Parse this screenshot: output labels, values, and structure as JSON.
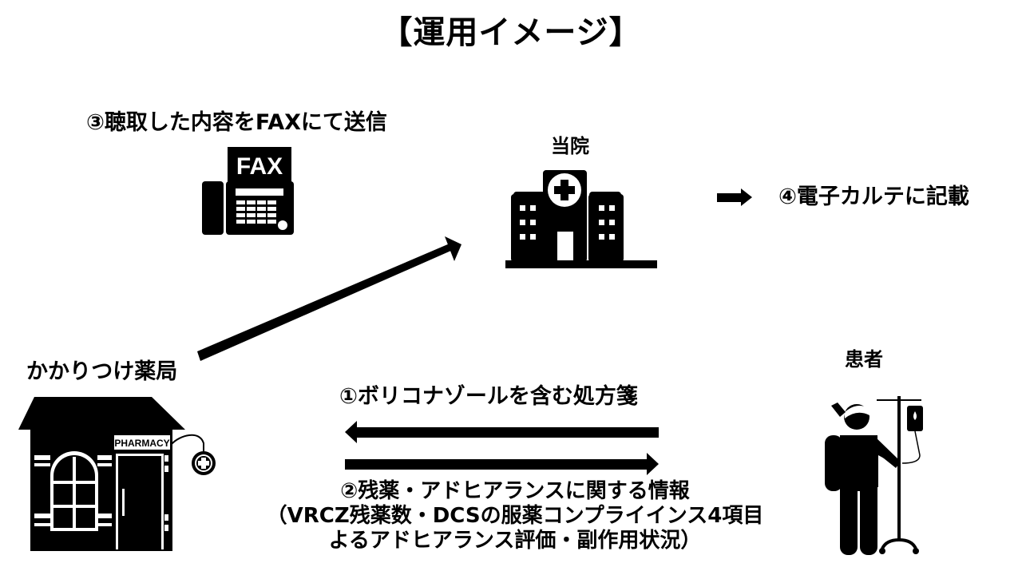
{
  "title": "【運用イメージ】",
  "nodes": {
    "hospital": {
      "label": "当院",
      "icon": "hospital-icon"
    },
    "pharmacy": {
      "label": "かかりつけ薬局",
      "icon": "pharmacy-icon",
      "sign_text": "PHARMACY"
    },
    "patient": {
      "label": "患者",
      "icon": "patient-iv-icon"
    },
    "fax": {
      "icon": "fax-machine-icon",
      "sign_text": "FAX"
    }
  },
  "steps": {
    "step1": "①ボリコナゾールを含む処方箋",
    "step2": {
      "line1": "②残薬・アドヒアランスに関する情報",
      "line2": "（VRCZ残薬数・DCSの服薬コンプライインス4項目",
      "line3": "よるアドヒアランス評価・副作用状況）"
    },
    "step3": "③聴取した内容をFAXにて送信",
    "step4": "④電子カルテに記載"
  },
  "arrows": [
    {
      "name": "prescription-arrow",
      "from": "patient",
      "to": "pharmacy"
    },
    {
      "name": "info-arrow",
      "from": "pharmacy",
      "to": "patient"
    },
    {
      "name": "fax-arrow",
      "from": "pharmacy",
      "to": "hospital"
    },
    {
      "name": "record-arrow",
      "from": "hospital",
      "to": "electronic-record"
    }
  ],
  "colors": {
    "ink": "#000000",
    "background": "#ffffff"
  }
}
